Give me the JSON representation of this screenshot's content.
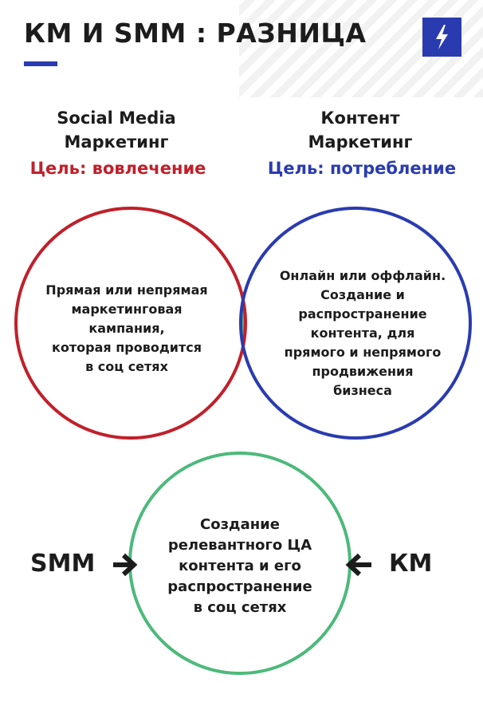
{
  "header": {
    "title": "КМ И SMM : РАЗНИЦА",
    "badge_icon": "lightning-bolt-icon",
    "accent_color": "#2a3bb0"
  },
  "left": {
    "title_lines": [
      "Social Media",
      "Маркетинг"
    ],
    "goal": "Цель: вовлечение",
    "color": "#c0202a",
    "description_lines": [
      "Прямая или непрямая",
      "маркетинговая",
      "кампания,",
      "которая проводится",
      "в соц сетях"
    ]
  },
  "right": {
    "title_lines": [
      "Контент",
      "Маркетинг"
    ],
    "goal": "Цель: потребление",
    "color": "#2a3bb0",
    "description_lines": [
      "Онлайн или оффлайн.",
      "Создание и",
      "распространение",
      "контента, для",
      "прямого и непрямого",
      "продвижения",
      "бизнеса"
    ]
  },
  "overlap": {
    "color": "#4cb97a"
  },
  "bottom": {
    "color": "#4cb97a",
    "description_lines": [
      "Создание",
      "релевантного ЦА",
      "контента и его",
      "распространение",
      "в соц сетях"
    ],
    "left_label": "SMM",
    "right_label": "КМ",
    "arrow_icon": "arrow-icon"
  }
}
